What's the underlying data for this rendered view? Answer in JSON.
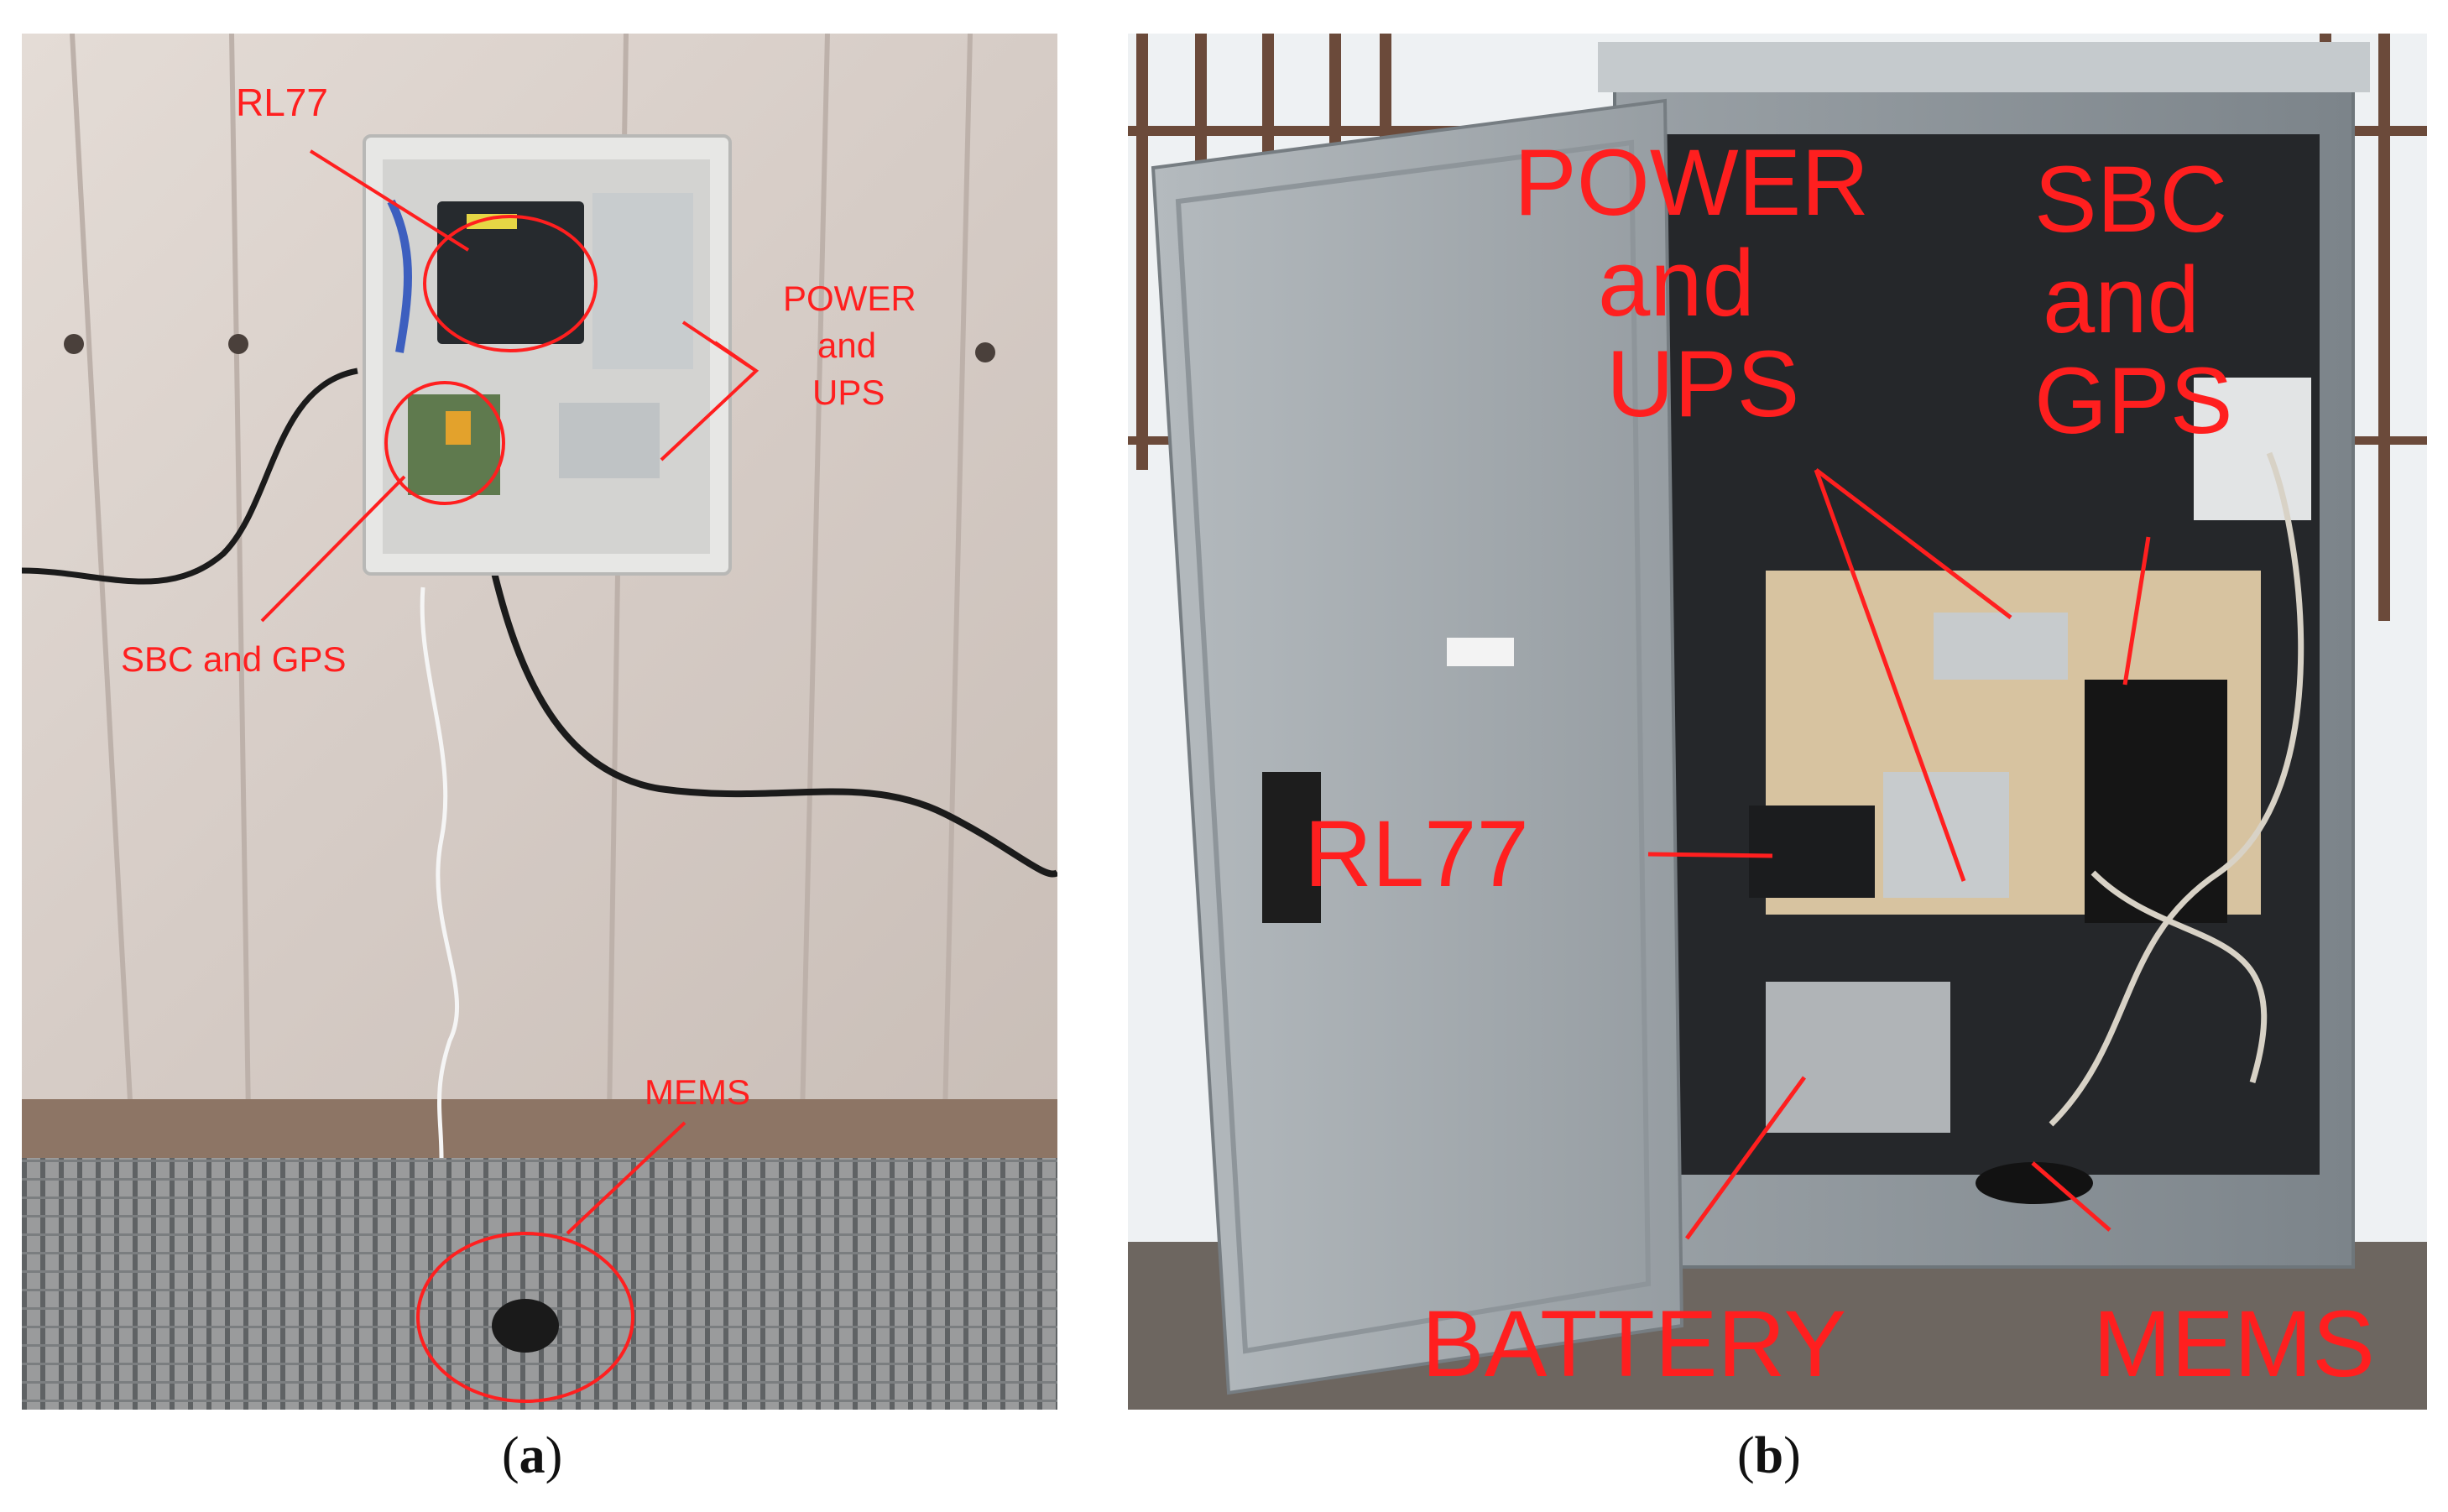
{
  "panels": {
    "a": {
      "caption_letter": "a",
      "labels": {
        "rl77": "RL77",
        "power_line1": "POWER",
        "power_line2": "and",
        "power_line3": "UPS",
        "sbc_gps": "SBC and GPS",
        "mems": "MEMS"
      }
    },
    "b": {
      "caption_letter": "b",
      "labels": {
        "power_line1": "POWER",
        "power_line2": "and",
        "power_line3": "UPS",
        "sbc_line1": "SBC",
        "sbc_line2": "and",
        "sbc_line3": "GPS",
        "rl77": "RL77",
        "battery": "BATTERY",
        "mems": "MEMS"
      }
    }
  },
  "colors": {
    "annotation": "#ff1f1f",
    "wall": "#d9cfc8",
    "cabinet": "#8f969c",
    "snow": "#f4f6f8"
  }
}
